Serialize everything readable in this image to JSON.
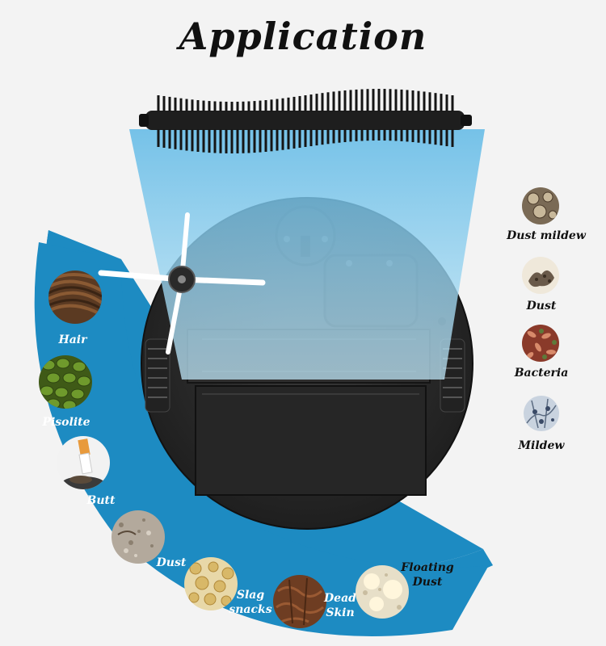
{
  "title": "Application",
  "debris_arc": {
    "items": [
      {
        "label": "Hair",
        "icon": "hair-icon"
      },
      {
        "label": "Pisolite",
        "icon": "pisolite-icon"
      },
      {
        "label": "Butt",
        "icon": "cigarette-butt-icon"
      },
      {
        "label": "Dust",
        "icon": "dust-icon"
      },
      {
        "label": "Slag\nsnacks",
        "icon": "slag-snacks-icon"
      },
      {
        "label": "Dead\nSkin",
        "icon": "dead-skin-icon"
      },
      {
        "label": "Floating\nDust",
        "icon": "floating-dust-icon"
      }
    ]
  },
  "micro_list": {
    "items": [
      {
        "label": "Dust mildew",
        "icon": "dust-mildew-icon"
      },
      {
        "label": "Dust",
        "icon": "dust-icon"
      },
      {
        "label": "Bacteria",
        "icon": "bacteria-icon"
      },
      {
        "label": "Mildew",
        "icon": "mildew-icon"
      }
    ]
  },
  "colors": {
    "arc_blue": "#1d8bc2",
    "beam_blue": "#8fd3f0",
    "robot_body": "#2a2a2a"
  }
}
